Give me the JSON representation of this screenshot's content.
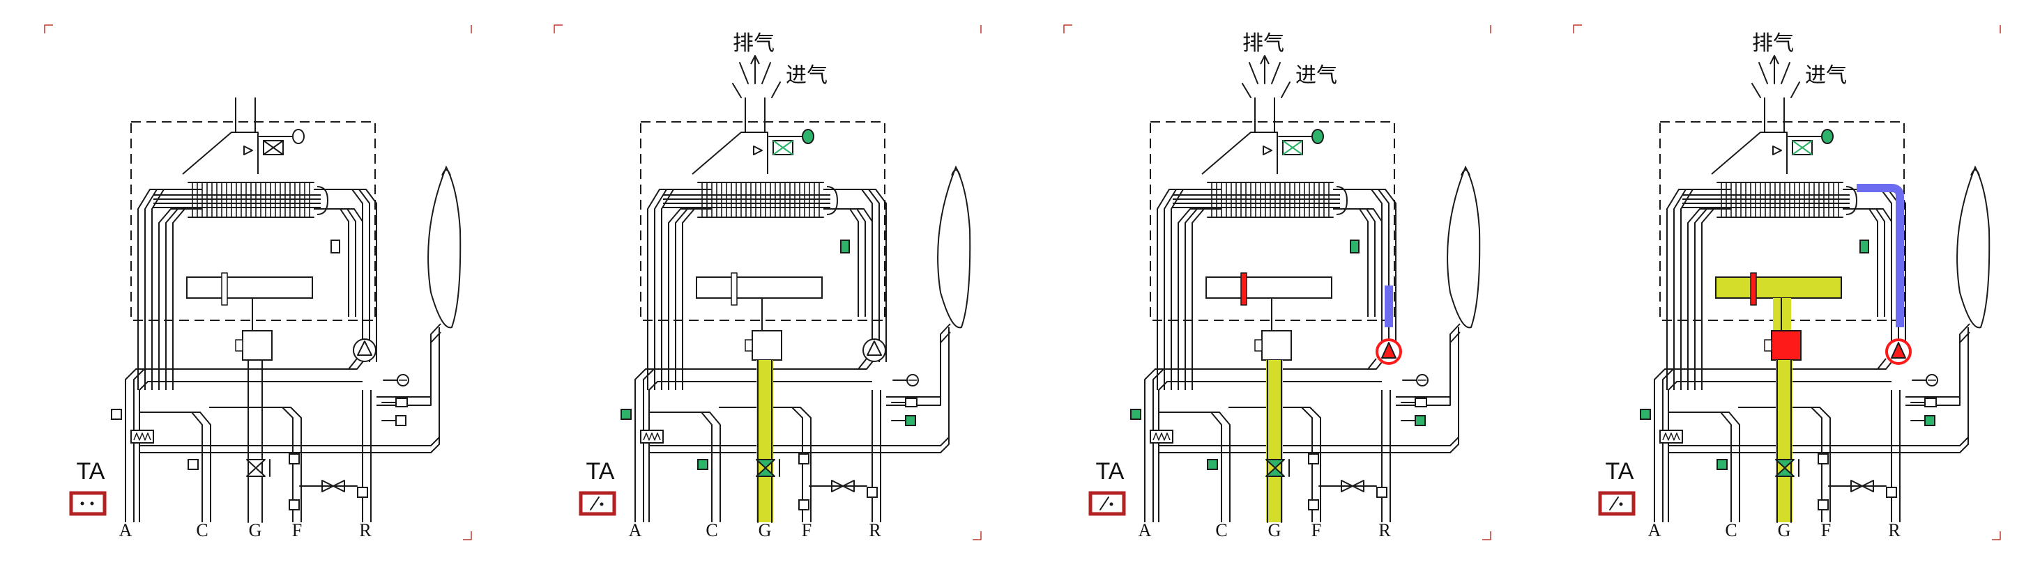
{
  "colors": {
    "line": "#1a1a1a",
    "gas_flow": "#d4de2a",
    "valve_on": "#2db36a",
    "hot": "#ff1a1a",
    "water_flow": "#6c6cf0",
    "thermostat": "#b22222"
  },
  "labels": {
    "exhaust": "排气",
    "intake": "进气",
    "thermostat": "TA",
    "ports": [
      "A",
      "C",
      "G",
      "F",
      "R"
    ]
  },
  "panels": [
    {
      "name": "standby",
      "show_flue_arrows": false,
      "fan_on": false,
      "sensors_on": false,
      "gas_flow": false,
      "gas_valve_on": false,
      "igniter_on": false,
      "pump_on": false,
      "water_flow": false,
      "gas_valve_body_on": false,
      "burner_lit": false,
      "thermostat_closed": false
    },
    {
      "name": "gas-open",
      "show_flue_arrows": true,
      "fan_on": true,
      "sensors_on": true,
      "gas_flow": true,
      "gas_valve_on": true,
      "igniter_on": false,
      "pump_on": false,
      "water_flow": false,
      "gas_valve_body_on": false,
      "burner_lit": false,
      "thermostat_closed": true
    },
    {
      "name": "pump-ignition",
      "show_flue_arrows": true,
      "fan_on": true,
      "sensors_on": true,
      "gas_flow": true,
      "gas_valve_on": true,
      "igniter_on": true,
      "pump_on": true,
      "water_flow": true,
      "gas_valve_body_on": false,
      "burner_lit": false,
      "thermostat_closed": true
    },
    {
      "name": "burning",
      "show_flue_arrows": true,
      "fan_on": true,
      "sensors_on": true,
      "gas_flow": true,
      "gas_valve_on": true,
      "igniter_on": true,
      "pump_on": true,
      "water_flow": true,
      "gas_valve_body_on": true,
      "burner_lit": true,
      "thermostat_closed": true
    }
  ]
}
